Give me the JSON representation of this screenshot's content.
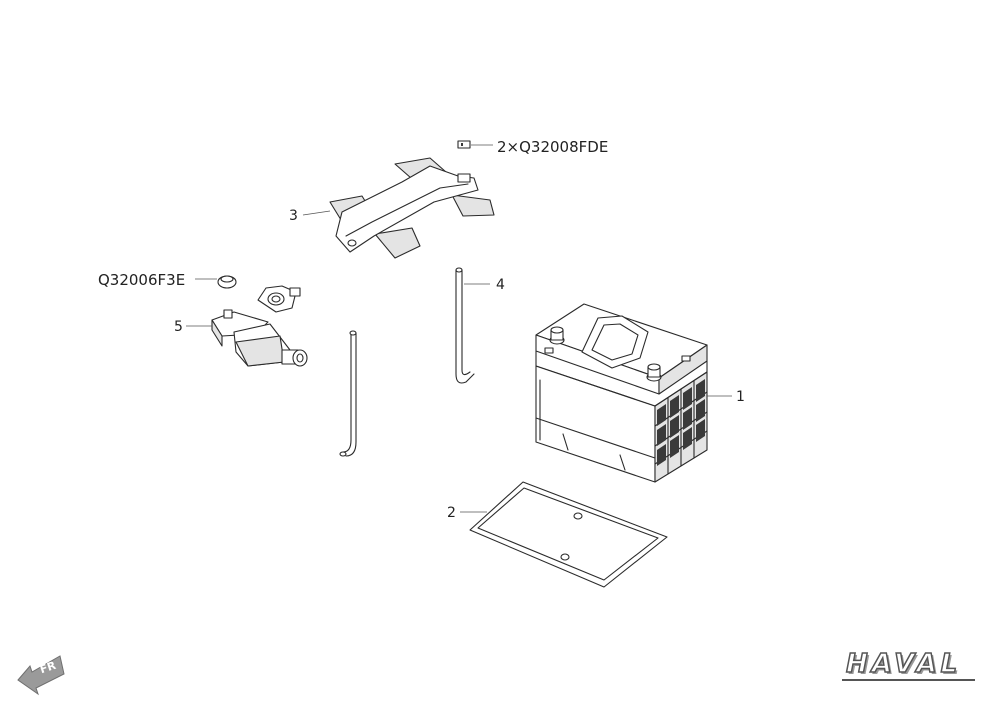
{
  "callouts": {
    "battery": "1",
    "tray": "2",
    "hold_down_clamp": "3",
    "vent_tube_4": "4",
    "terminal_sensor": "5",
    "nut_top": "2×Q32008FDE",
    "bolt_left": "Q32006F3E"
  },
  "orientation_badge": "FR",
  "brand_logo": "HAVAL",
  "colors": {
    "line": "#2b2b2b",
    "shade": "#e4e4e4",
    "badge": "#8a8a8a"
  }
}
